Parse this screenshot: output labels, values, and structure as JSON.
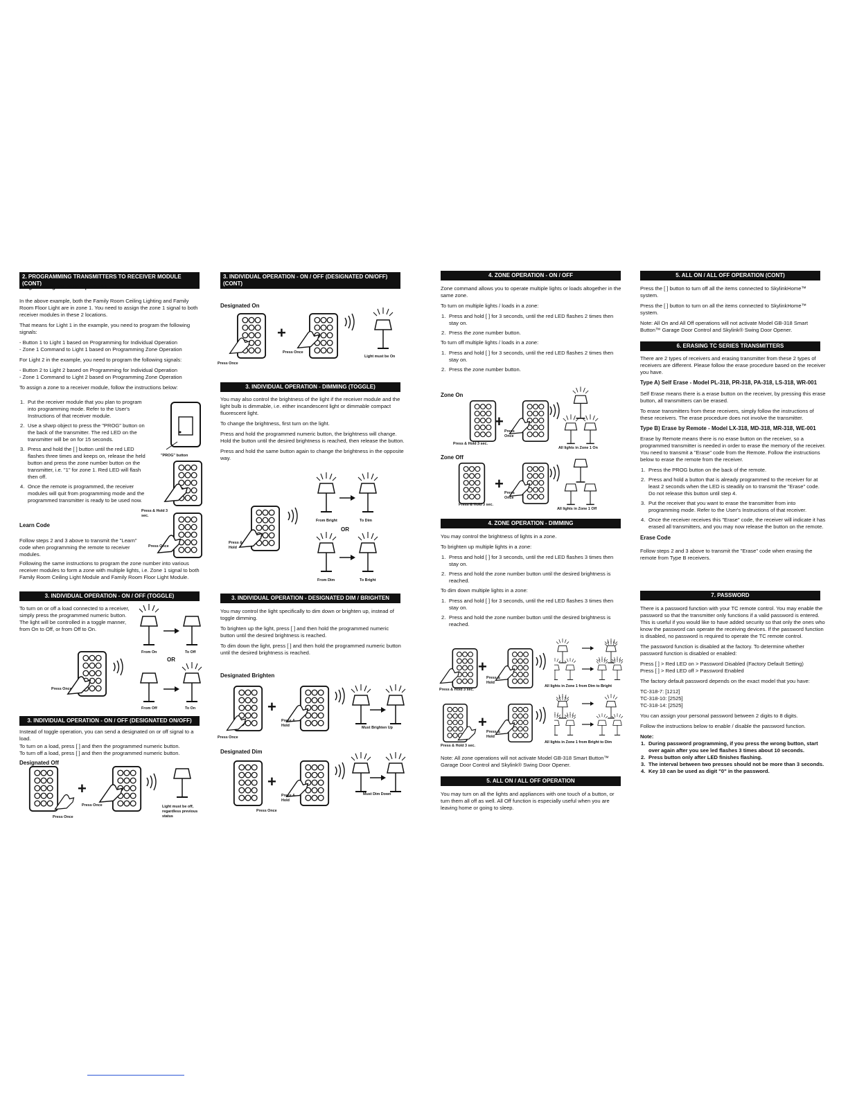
{
  "col1": {
    "h1": "2. PROGRAMMING TRANSMITTERS TO RECEIVER MODULE (CONT)",
    "zone_title": "Programming for Zone Operation",
    "p1": "In the above example, both the Family Room Ceiling Lighting and Family Room Floor Light are in zone 1. You need to assign the zone 1 signal to both receiver modules in these 2 locations.",
    "p2": "That means for Light 1 in the example, you need to program the following signals:",
    "p3a": "- Button 1 to Light 1 based on Programming for Individual Operation",
    "p3b": "- Zone 1 Command to Light 1 based on Programming Zone Operation",
    "p4": "For Light 2 in the example, you need to program the following signals:",
    "p5a": "- Button 2 to Light 2 based on Programming for Individual Operation",
    "p5b": "- Zone 1 Command to Light 2 based on Programming Zone Operation",
    "p6": "To assign a zone to a receiver module, follow the instructions below:",
    "steps": [
      "Put the receiver module that you plan to program into programming mode. Refer to the User's Instructions of that receiver module.",
      "Use a sharp object to press the \"PROG\" button on the back of the transmitter. The red LED on the transmitter will be on for 15 seconds.",
      "Press and hold the [ ] button until the red LED flashes three times and keeps on, release the held button and press the zone number button on the transmitter, i.e. \"1\" for zone 1. Red LED will flash then off.",
      "Once the remote is programmed, the receiver modules will quit from programming mode and the programmed transmitter is ready to be used now."
    ],
    "cap_prog": "\"PROG\" button",
    "cap_press_hold": "Press & Hold 3 sec.",
    "cap_press_once": "Press Once",
    "learn_title": "Learn Code",
    "learn_p": "Follow steps 2 and 3 above to transmit the \"Learn\" code when programming the remote to receiver modules.",
    "learn_p2": "Following the same instructions to program the zone number into various receiver modules to form a zone with multiple lights, i.e. Zone 1 signal to both Family Room Ceiling Light Module and Family Room Floor Light Module.",
    "h2": "3. INDIVIDUAL OPERATION - ON / OFF (TOGGLE)",
    "toggle_p": "To turn on or off a load connected to a receiver, simply press the programmed numeric button. The light will be controlled in a toggle manner, from On to Off, or from Off to On.",
    "cap_from_on": "From On",
    "cap_to_off": "To Off",
    "cap_or": "OR",
    "cap_from_off": "From Off",
    "cap_to_on": "To On",
    "cap_press_once2": "Press Once",
    "h3": "3. INDIVIDUAL OPERATION - ON / OFF (DESIGNATED ON/OFF)",
    "des_p1": "Instead of toggle operation, you can send a designated on or off signal to a load.",
    "des_p2": "To turn on a load, press [ ] and then the programmed numeric button.",
    "des_p3": "To turn off a load, press [ ] and then the programmed numeric button.",
    "des_off_title": "Designated Off",
    "cap_press_once3": "Press Once",
    "cap_press_once4": "Press Once",
    "cap_must_off": "Light must be off, regardless previous status"
  },
  "col2": {
    "h1": "3. INDIVIDUAL OPERATION - ON / OFF (DESIGNATED ON/OFF) (CONT)",
    "des_on_title": "Designated On",
    "cap_press_once": "Press Once",
    "cap_press_once2": "Press Once",
    "cap_must_on": "Light must be On",
    "h2": "3. INDIVIDUAL OPERATION - DIMMING (TOGGLE)",
    "dim_p1": "You may also control the brightness of the light if the receiver module and the light bulb is dimmable, i.e. either incandescent light or dimmable compact fluorescent light.",
    "dim_p2": "To change the brightness, first turn on the light.",
    "dim_p3": "Press and hold the programmed numeric button, the brightness will change. Hold the button until the desired brightness is reached, then release the button.",
    "dim_p4": "Press and hold the same button again to change the brightness in the opposite way.",
    "cap_from_bright": "From Bright",
    "cap_to_dim": "To Dim",
    "cap_or": "OR",
    "cap_from_dim": "From Dim",
    "cap_to_bright": "To Bright",
    "cap_press_hold": "Press & Hold",
    "h3": "3. INDIVIDUAL OPERATION - DESIGNATED DIM / BRIGHTEN",
    "dd_p1": "You may control the light specifically to dim down or brighten up, instead of toggle dimming.",
    "dd_p2": "To brighten up the light, press [ ] and then hold the programmed numeric button until the desired brightness is reached.",
    "dd_p3": "To dim down the light, press [ ] and then hold the programmed numeric button until the desired brightness is reached.",
    "db_title": "Designated Brighten",
    "cap_press_once3": "Press Once",
    "cap_press_hold2": "Press & Hold",
    "cap_must_brighten": "Must Brighten Up",
    "dd_title": "Designated Dim",
    "cap_press_hold3": "Press & Hold",
    "cap_must_dim": "Must Dim Down",
    "cap_press_once4": "Press Once"
  },
  "col3": {
    "h1": "4. ZONE OPERATION - ON / OFF",
    "p1": "Zone command allows you to operate multiple lights or loads altogether in the same zone.",
    "p2": "To turn on multiple lights / loads in a zone:",
    "on1": "Press and hold [ ] for 3 seconds, until the red LED flashes 2 times then stay on.",
    "on2": "Press the zone number button.",
    "p3": "To turn off multiple lights / loads in a zone:",
    "off1": "Press and hold [ ] for 3 seconds, until the red LED flashes 2 times then stay on.",
    "off2": "Press the zone number button.",
    "zone_on": "Zone On",
    "cap_press_hold": "Press & Hold 3 sec.",
    "cap_press_once": "Press Once",
    "cap_all_on": "All lights in Zone 1 On",
    "zone_off": "Zone Off",
    "cap_press_hold2": "Press & Hold 3 sec.",
    "cap_press_once2": "Press Once",
    "cap_all_off": "All lights in Zone 1 Off",
    "h2": "4. ZONE OPERATION - DIMMING",
    "dp1": "You may control the brightness of lights in a zone.",
    "dp2": "To brighten up multiple lights in a zone:",
    "b1": "Press and hold [ ] for 3 seconds, until the red LED flashes 3 times then stay on.",
    "b2": "Press and hold the zone number button until the desired brightness is reached.",
    "dp3": "To dim down multiple lights in a zone:",
    "d1": "Press and hold [ ] for 3 seconds, until the red LED flashes 3 times then stay on.",
    "d2": "Press and hold the zone number button until the desired brightness is reached.",
    "cap_ph1": "Press & Hold 3 sec.",
    "cap_ph2": "Press & Hold",
    "cap_dim_bright": "All lights in Zone 1 from Dim to Bright",
    "cap_ph3": "Press & Hold 3 sec.",
    "cap_ph4": "Press & Hold",
    "cap_bright_dim": "All lights in Zone 1 from Bright to Dim",
    "note": "Note: All zone operations will not activate Model GB-318 Smart Button™ Garage Door Control and Skylink® Swing Door Opener.",
    "h3": "5. ALL ON / ALL OFF OPERATION",
    "all_p": "You may turn on all the lights and appliances with one touch of a button, or turn them all off as well. All Off function is especially useful when you are leaving home or going to sleep."
  },
  "col4": {
    "h1": "5. ALL ON / ALL OFF OPERATION (CONT)",
    "p1": "Press the [ ] button to turn off all the items connected to SkylinkHome™ system.",
    "p2": "Press the [ ] button to turn on all the items connected to SkylinkHome™ system.",
    "p3": "Note: All On and All Off operations will not activate Model GB-318 Smart Button™ Garage Door Control and Skylink® Swing Door Opener.",
    "h2": "6. ERASING TC SERIES TRANSMITTERS",
    "e1": "There are 2 types of receivers and erasing transmitter from these 2 types of receivers are different. Please follow the erase procedure based on the receiver you have.",
    "typeA": "Type A) Self Erase - Model PL-318, PR-318, PA-318, LS-318, WR-001",
    "a1": "Self Erase means there is a erase button on the receiver, by pressing this erase button, all transmitters can be erased.",
    "a2": "To erase transmitters from these receivers, simply follow the instructions of these receivers. The erase procedure does not involve the transmitter.",
    "typeB": "Type B) Erase by Remote - Model LX-318, MD-318, MR-318, WE-001",
    "b1": "Erase by Remote means there is no erase button on the receiver, so a programmed transmitter is needed in order to erase the memory of the receiver. You need to transmit a \"Erase\" code from the Remote. Follow the instructions below to erase the remote from the receiver.",
    "steps": [
      "Press the PROG button on the back of the remote.",
      "Press and hold a button that is already programmed to the receiver for at least 2 seconds when the LED is steadily on to transmit the \"Erase\" code. Do not release this button until step 4.",
      "Put the receiver that you want to erase the transmitter from into programming mode. Refer to the User's Instructions of that receiver.",
      "Once the receiver receives this \"Erase\" code, the receiver will indicate it has erased all transmitters, and you may now release the button on the remote."
    ],
    "erase_title": "Erase Code",
    "erase_p": "Follow steps 2 and 3 above to transmit the \"Erase\" code when erasing the remote from Type B receivers.",
    "h3": "7. PASSWORD",
    "pw1": "There is a password function with your TC remote control. You may enable the password so that the transmitter only functions if a valid password is entered. This is useful if you would like to have added security so that only the ones who know the password can operate the receiving devices. If the password function is disabled, no password is required to operate the TC remote control.",
    "pw2": "The password function is disabled at the factory. To determine whether password function is disabled or enabled:",
    "pw3": "Press [ ] > Red LED on > Password Disabled (Factory Default Setting)",
    "pw4": "Press [ ] > Red LED off > Password Enabled",
    "pw5": "The factory default password depends on the exact model that you have:",
    "m1": "TC-318-7: [1212]",
    "m2": "TC-318-10: [2525]",
    "m3": "TC-318-14: [2525]",
    "pw6": "You can assign your personal password between 2 digits to 8 digits.",
    "pw7": "Follow the instructions below to enable / disable the password function.",
    "note_title": "Note:",
    "notes": [
      "During password programming, if you press the wrong button, start over again after you see led flashes 3 times about 10 seconds.",
      "Press button only after LED finishes flashing.",
      "The interval between two presses should not be more than 3 seconds.",
      "Key 10 can be used as digit \"0\" in the password."
    ]
  }
}
